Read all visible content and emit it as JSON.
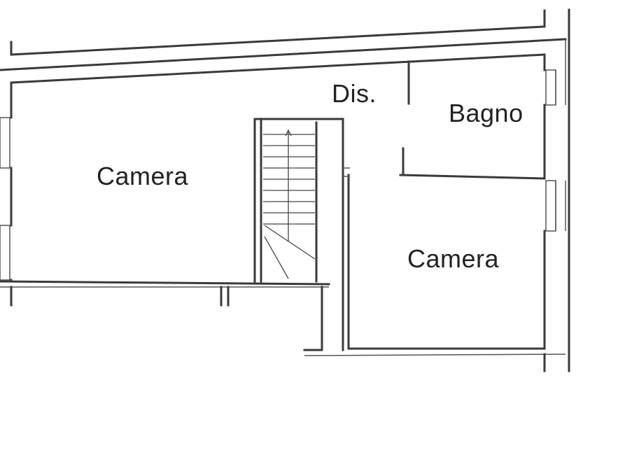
{
  "rooms": {
    "camera_left": "Camera",
    "disimpegno": "Dis.",
    "bagno": "Bagno",
    "camera_right": "Camera"
  },
  "colors": {
    "background": "#ffffff",
    "walls": "#3a3a3a",
    "text": "#222222"
  }
}
